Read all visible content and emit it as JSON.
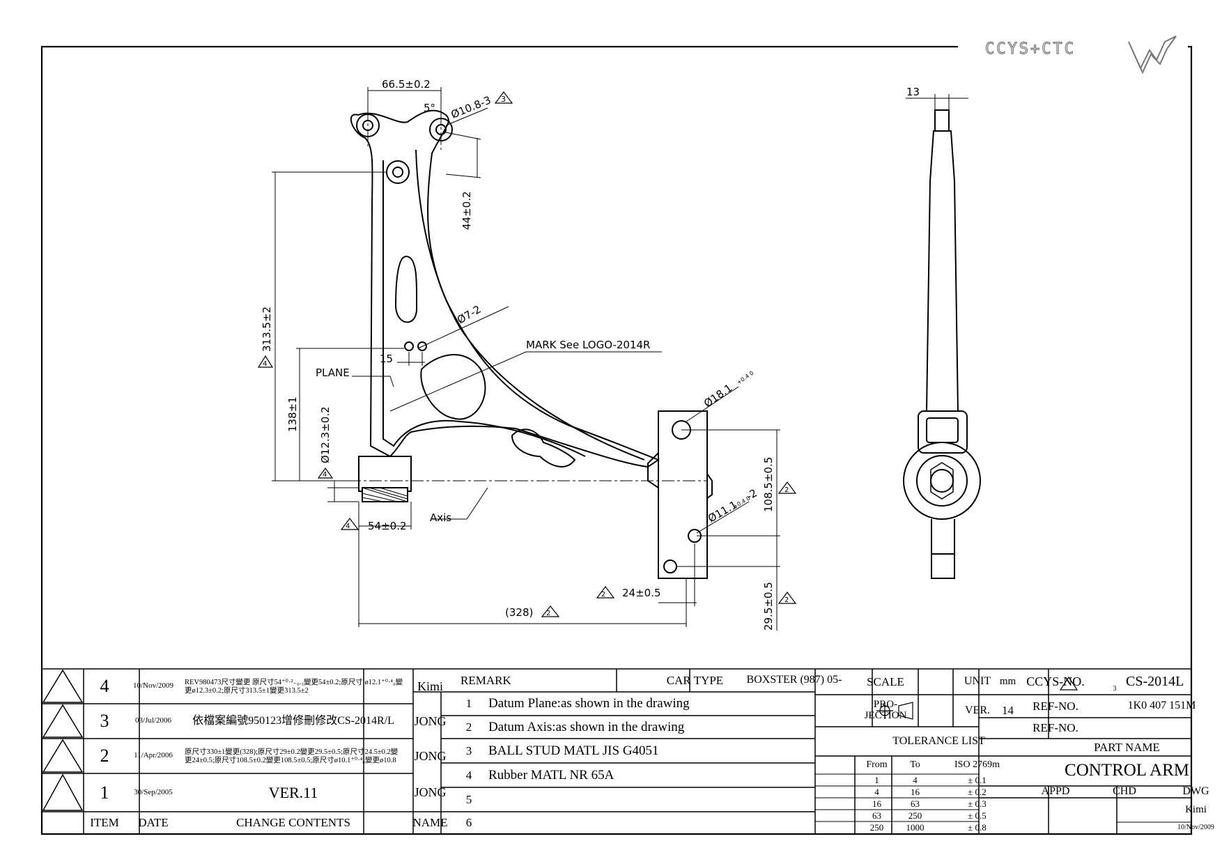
{
  "logo": {
    "text": "CCYS+CTC"
  },
  "dimensions": {
    "top_width": "66.5±0.2",
    "angle": "5°",
    "hole_top": "Ø10.8-3",
    "rev3_mark": "3",
    "vert_44": "44±0.2",
    "vert_313": "313.5±2",
    "rev4_313": "4",
    "hole_7": "Ø7-2",
    "mark_logo": "MARK  See LOGO-2014R",
    "dim_15": "15",
    "plane": "PLANE",
    "vert_138": "138±1",
    "dia_123": "Ø12.3±0.2",
    "rev4_dia": "4",
    "hole_181": "Ø18.1",
    "hole_181_tol": "+0.4 0",
    "dim_108": "108.5±0.5",
    "rev2_108": "2",
    "hole_111": "Ø11.1",
    "hole_111_tol": "+0.4 0",
    "hole_111_qty": "-2",
    "width_54": "54±0.2",
    "rev4_54": "4",
    "axis": "Axis",
    "dim_24": "24±0.5",
    "rev2_24": "2",
    "dim_328": "(328)",
    "rev2_328": "2",
    "dim_295": "29.5±0.5",
    "rev2_295": "2",
    "side_13": "13"
  },
  "revisions": [
    {
      "item": "4",
      "date": "10/Nov/2009",
      "contents": "REV980473尺寸變更 原尺寸54⁺⁰·²₋₀.₃變更54±0.2;原尺寸 ø12.1⁺⁰·⁴₀變更ø12.3±0.2;原尺寸313.5±1變更313.5±2",
      "name": "Kimi"
    },
    {
      "item": "3",
      "date": "03/Jul/2006",
      "contents": "依檔案編號950123增修刪修改CS-2014R/L",
      "name": "JONG"
    },
    {
      "item": "2",
      "date": "11/Apr/2006",
      "contents": "原尺寸330±1變更(328);原尺寸29±0.2變更29.5±0.5;原尺寸24.5±0.2變更24±0.5;原尺寸108.5±0.2變更108.5±0.5;原尺寸ø10.1⁺⁰·⁴₀變更ø10.8",
      "name": "JONG"
    },
    {
      "item": "1",
      "date": "30/Sep/2005",
      "contents": "VER.11",
      "name": "JONG"
    }
  ],
  "rev_headers": {
    "item": "ITEM",
    "date": "DATE",
    "contents": "CHANGE CONTENTS",
    "name": "NAME"
  },
  "remark": {
    "label": "REMARK",
    "car_type_label": "CAR TYPE",
    "car_type": "BOXSTER (987) 05-",
    "items": [
      {
        "n": "1",
        "text": "Datum Plane:as shown in the drawing"
      },
      {
        "n": "2",
        "text": "Datum Axis:as shown in the drawing"
      },
      {
        "n": "3",
        "text": "BALL STUD MATL JIS G4051"
      },
      {
        "n": "4",
        "text": "Rubber MATL NR 65A"
      },
      {
        "n": "5",
        "text": ""
      },
      {
        "n": "6",
        "text": ""
      }
    ]
  },
  "specs": {
    "scale_label": "SCALE",
    "unit_label": "UNIT",
    "unit": "mm",
    "projection_label": "PRO- JECTION",
    "ver_label": "VER.",
    "ver": "14",
    "tolerance_title": "TOLERANCE LIST",
    "tol_headers": [
      "From",
      "To",
      "ISO 2769m"
    ],
    "tolerances": [
      [
        "1",
        "4",
        "± 0.1"
      ],
      [
        "4",
        "16",
        "± 0.2"
      ],
      [
        "16",
        "63",
        "± 0.3"
      ],
      [
        "63",
        "250",
        "± 0.5"
      ],
      [
        "250",
        "1000",
        "± 0.8"
      ]
    ]
  },
  "part": {
    "ccys_label": "CCYS-NO.",
    "ccys_rev": "3",
    "ccys_no": "CS-2014L",
    "ref_label": "REF-NO.",
    "ref_no": "1K0 407 151M",
    "ref_label2": "REF-NO.",
    "ref_no2": "",
    "part_name_label": "PART NAME",
    "part_name": "CONTROL ARM",
    "appd": "APPD",
    "chd": "CHD",
    "dwg": "DWG",
    "dwg_name": "Kimi",
    "dwg_date": "10/Nov/2009"
  }
}
